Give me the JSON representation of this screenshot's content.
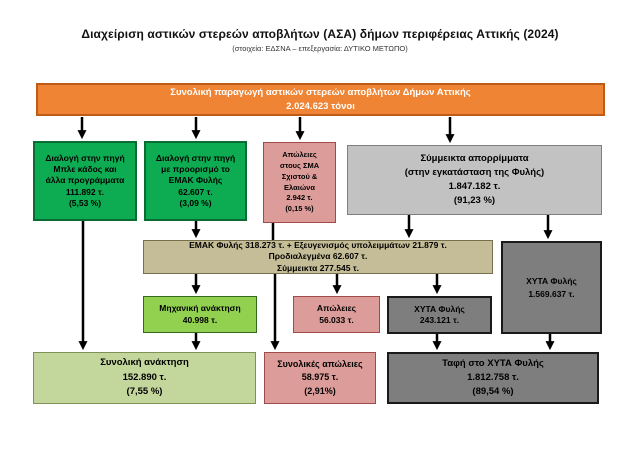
{
  "title": "Διαχείριση αστικών στερεών αποβλήτων (ΑΣΑ) δήμων περιφέρειας Αττικής (2024)",
  "subtitle": "(στοιχεία: ΕΔΣΝΑ – επεξεργασία: ΔΥΤΙΚΟ ΜΕΤΩΠΟ)",
  "colors": {
    "orange_fill": "#EE8434",
    "orange_border": "#BE5B17",
    "green_fill": "#0EAC52",
    "green_border": "#0A6B33",
    "pink_fill": "#DC9D9A",
    "pink_border": "#A04B47",
    "light_gray_fill": "#C2C2C2",
    "tan_fill": "#C5BD97",
    "bright_green_fill": "#92D050",
    "olive_fill": "#C3D69B",
    "dark_gray_fill": "#7E7E7E",
    "arrow_color": "#000000"
  },
  "boxes": {
    "total_production": {
      "lines": [
        "Συνολική παραγωγή αστικών στερεών αποβλήτων Δήμων Αττικής",
        "2.024.623 τόνοι"
      ]
    },
    "source_sep_blue": {
      "lines": [
        "Διαλογή στην πηγή",
        "Μπλε κάδος και",
        "άλλα προγράμματα",
        "111.892 τ.",
        "(5,53 %)"
      ]
    },
    "source_sep_emak": {
      "lines": [
        "Διαλογή στην πηγή",
        "με προορισμό το",
        "ΕΜΑΚ Φυλής",
        "62.607 τ.",
        "(3,09 %)"
      ]
    },
    "sma_losses": {
      "lines": [
        "Απώλειες",
        "στους ΣΜΑ",
        "Σχιστού &",
        "Ελαιώνα",
        "2.942 τ.",
        "(0,15 %)"
      ]
    },
    "mixed_waste": {
      "lines": [
        "Σύμμεικτα απορρίμματα",
        "(στην εγκατάσταση της Φυλής)",
        "1.847.182 τ.",
        "(91,23 %)"
      ]
    },
    "emak_plant": {
      "line1": "ΕΜΑΚ Φυλής 318.273 τ. + Εξευγενισμός υπολειμμάτων 21.879 τ.",
      "line2a": "Προδιαλεγμένα 62.607 τ.",
      "line2b": "Σύμμεικτα 277.545 τ."
    },
    "xyta_direct": {
      "lines": [
        "ΧΥΤΑ Φυλής",
        "1.569.637 τ."
      ]
    },
    "mechanical_recovery": {
      "lines": [
        "Μηχανική ανάκτηση",
        "40.998 τ."
      ]
    },
    "emak_losses": {
      "lines": [
        "Απώλειες",
        "56.033 τ."
      ]
    },
    "xyta_from_emak": {
      "lines": [
        "ΧΥΤΑ Φυλής",
        "243.121 τ."
      ]
    },
    "total_recovery": {
      "lines": [
        "Συνολική ανάκτηση",
        "152.890 τ.",
        "(7,55 %)"
      ]
    },
    "total_losses": {
      "lines": [
        "Συνολικές απώλειες",
        "58.975 τ.",
        "(2,91%)"
      ]
    },
    "total_landfill": {
      "lines": [
        "Ταφή στο ΧΥΤΑ Φυλής",
        "1.812.758 τ.",
        "(89,54 %)"
      ]
    }
  }
}
